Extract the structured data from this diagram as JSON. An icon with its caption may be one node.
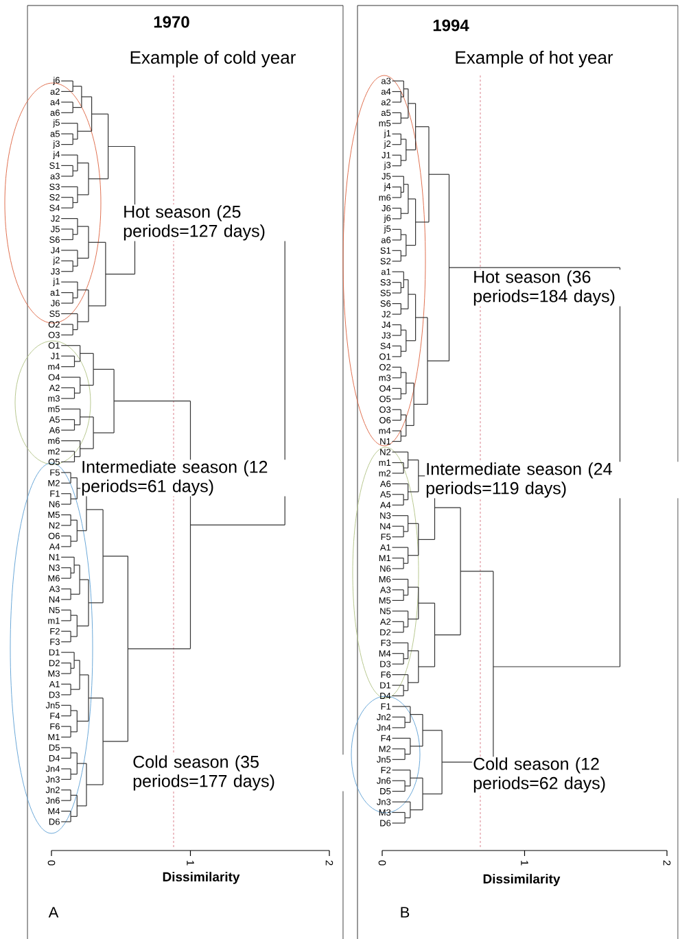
{
  "diagram": {
    "labels": [
      "1970",
      "Example of cold year",
      "j6",
      "a2",
      "a4",
      "a6",
      "j5",
      "a5",
      "j3",
      "j4",
      "S1",
      "a3",
      "S3",
      "S2",
      "S4",
      "J2",
      "J5",
      "S6",
      "J4",
      "j2",
      "J3",
      "j1",
      "a1",
      "J6",
      "S5",
      "O2",
      "O3",
      "O1",
      "J1",
      "m4",
      "O4",
      "A2",
      "m3",
      "m5",
      "A5",
      "A6",
      "m6",
      "m2",
      "O5",
      "F5",
      "M2",
      "F1",
      "N6",
      "M5",
      "N2",
      "O6",
      "A4",
      "N1",
      "N3",
      "M6",
      "A3",
      "N4",
      "N5",
      "m1",
      "F2",
      "F3",
      "D1",
      "D2",
      "M3",
      "A1",
      "D3",
      "Jn5",
      "F4",
      "F6",
      "M1",
      "D5",
      "D4",
      "Jn4",
      "Jn3",
      "Jn2",
      "Jn6",
      "M4",
      "D6",
      "Hot season (25 periods=127 days)",
      "Intermediate season (12 periods=61 days)",
      "Cold season (35 periods=177 days)",
      "0",
      "1",
      "2",
      "Dissimilarity",
      "A",
      "1994",
      "Example of hot year",
      "a3",
      "a4",
      "a2",
      "a5",
      "m5",
      "j1",
      "j2",
      "J1",
      "j3",
      "J5",
      "j4",
      "m6",
      "J6",
      "j6",
      "j5",
      "a6",
      "S1",
      "S2",
      "a1",
      "S3",
      "S5",
      "S6",
      "J2",
      "J4",
      "J3",
      "S4",
      "O1",
      "O2",
      "m3",
      "O4",
      "O5",
      "O3",
      "O6",
      "m4",
      "N1",
      "N2",
      "m1",
      "m2",
      "A6",
      "A5",
      "A4",
      "N3",
      "N4",
      "F5",
      "A1",
      "M1",
      "N6",
      "M6",
      "A3",
      "M5",
      "N5",
      "A2",
      "D2",
      "F3",
      "M4",
      "D3",
      "F6",
      "D1",
      "D4",
      "F1",
      "Jn2",
      "Jn4",
      "F4",
      "M2",
      "Jn5",
      "F2",
      "Jn6",
      "D5",
      "Jn3",
      "M3",
      "D6",
      "Hot season (36 periods=184 days)",
      "Intermediate season (24 periods=119 days)",
      "Cold season (12 periods=62 days)",
      "0",
      "1",
      "2",
      "Dissimilarity",
      "B"
    ]
  }
}
